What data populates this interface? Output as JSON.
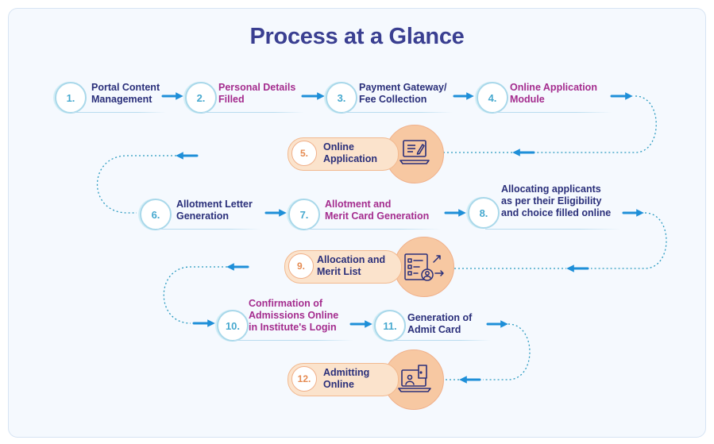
{
  "title": "Process at a Glance",
  "colors": {
    "navy": "#2a2f7a",
    "magenta": "#a42c8e",
    "arrow": "#1e8fd8",
    "peach": "#f7c8a2",
    "teal": "#47a9cf"
  },
  "steps": [
    {
      "num": "1.",
      "label": "Portal Content\nManagement"
    },
    {
      "num": "2.",
      "label": "Personal Details\nFilled"
    },
    {
      "num": "3.",
      "label": "Payment Gateway/\nFee Collection"
    },
    {
      "num": "4.",
      "label": "Online Application\nModule"
    },
    {
      "num": "5.",
      "label": "Online\nApplication",
      "icon": "laptop-form-icon"
    },
    {
      "num": "6.",
      "label": "Allotment Letter\nGeneration"
    },
    {
      "num": "7.",
      "label": "Allotment and\nMerit Card Generation"
    },
    {
      "num": "8.",
      "label": "Allocating applicants\nas per their Eligibility\nand choice filled online"
    },
    {
      "num": "9.",
      "label": "Allocation and\nMerit List",
      "icon": "checklist-user-icon"
    },
    {
      "num": "10.",
      "label": "Confirmation of\nAdmissions Online\nin Institute's Login"
    },
    {
      "num": "11.",
      "label": "Generation of\nAdmit Card"
    },
    {
      "num": "12.",
      "label": "Admitting\nOnline",
      "icon": "laptop-door-icon"
    }
  ]
}
